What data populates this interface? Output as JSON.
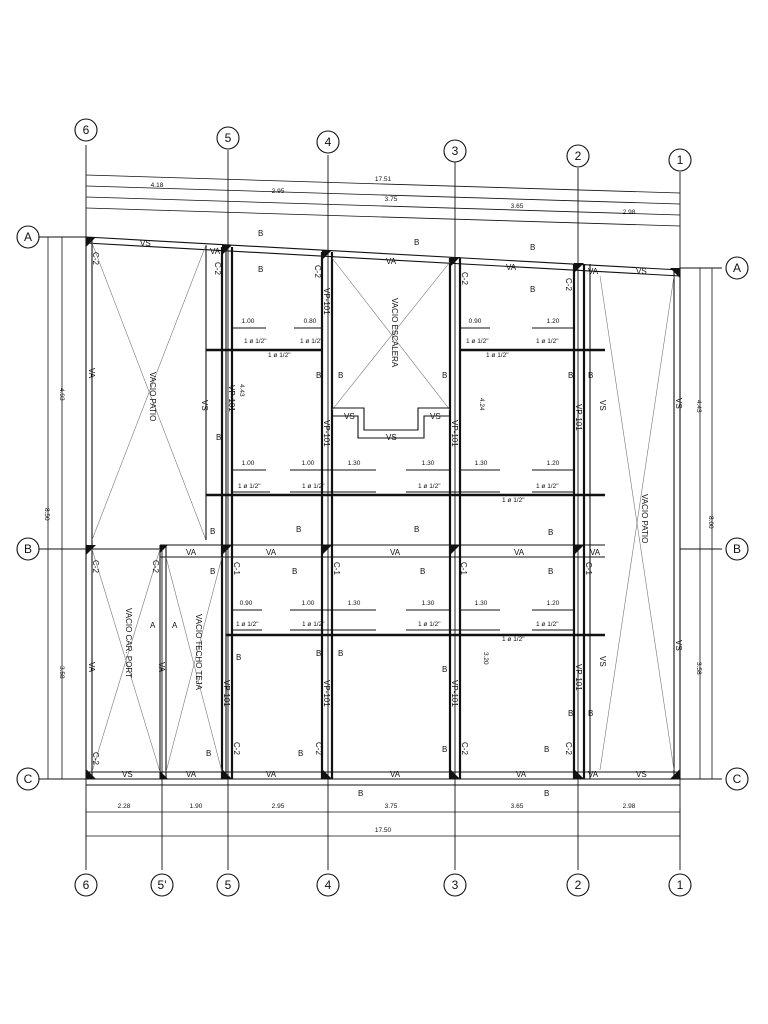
{
  "axes": {
    "numeric_top": [
      "6",
      "5",
      "4",
      "3",
      "2",
      "1"
    ],
    "numeric_bottom": [
      "6",
      "5'",
      "5",
      "4",
      "3",
      "2",
      "1"
    ],
    "letters_left": [
      "A",
      "B",
      "C"
    ],
    "letters_right": [
      "A",
      "B",
      "C"
    ]
  },
  "dimensions": {
    "top_total": "17.51",
    "top_row1": [
      "4.18",
      "2.95",
      "3.75",
      "3.65",
      "2.98"
    ],
    "bottom_row": [
      "2.28",
      "1.90",
      "2.95",
      "3.75",
      "3.65",
      "2.98"
    ],
    "bottom_total": "17.50",
    "left_total": "8.50",
    "left_top": "4.93",
    "left_bottom": "3.58",
    "right_top": "4.43",
    "right_mid": "8.00",
    "right_bottom": "3.58"
  },
  "areas": {
    "patio_left": "VACIO PATIO",
    "stair": "VACIO ESCALERA",
    "patio_right": "VACIO PATIO",
    "carport": "VACIO CAR. PORT",
    "techo_teja": "VACIO TECHO TEJA"
  },
  "beam_labels": {
    "va": "VA",
    "vs": "VS",
    "vp": "VP-101",
    "b": "B",
    "a": "A"
  },
  "columns": {
    "c1": "C-1",
    "c2": "C-2"
  },
  "rebar": {
    "label": "1 ø 1/2\"",
    "len_row1": [
      "1.00",
      "0.80",
      "0.90",
      "1.20"
    ],
    "len_row2": [
      "1.00",
      "1.00",
      "1.30",
      "1.30",
      "1.30",
      "1.20"
    ],
    "len_row3": [
      "0.90",
      "1.00",
      "1.30",
      "1.30",
      "1.30",
      "1.20"
    ]
  },
  "beam_depths": {
    "d_4_43": "4.43",
    "d_4_24": "4.24",
    "d_3_20": "3.20"
  }
}
